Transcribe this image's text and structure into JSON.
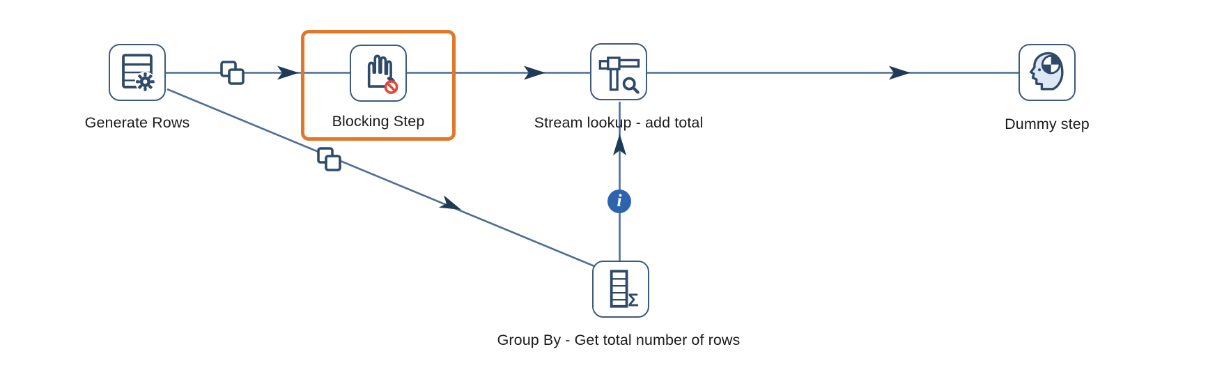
{
  "canvas": {
    "background": "#ffffff",
    "type": "transformation-flow-canvas"
  },
  "colors": {
    "line": "#4d6f96",
    "arrow": "#1e3a57",
    "node-border": "#3c5a7a",
    "icon": "#2e4a68",
    "icon-light-fill": "#dce8f4",
    "accent-orange": "#e0782a",
    "info-blue": "#2e64ad",
    "block-red": "#e2473c",
    "label-text": "#1a1a1c"
  },
  "nodes": [
    {
      "id": "generate-rows",
      "label": "Generate Rows",
      "icon": "table-gear-icon"
    },
    {
      "id": "blocking-step",
      "label": "Blocking Step",
      "icon": "blocking-hand-icon",
      "highlighted": true
    },
    {
      "id": "stream-lookup",
      "label": "Stream lookup - add total",
      "icon": "stream-lookup-icon"
    },
    {
      "id": "dummy-step",
      "label": "Dummy step",
      "icon": "dummy-head-icon"
    },
    {
      "id": "group-by",
      "label": "Group By - Get total number of rows",
      "icon": "group-by-sigma-icon"
    }
  ],
  "hops": [
    {
      "from": "generate-rows",
      "to": "blocking-step",
      "badge": "copy-rows-icon"
    },
    {
      "from": "blocking-step",
      "to": "stream-lookup"
    },
    {
      "from": "stream-lookup",
      "to": "dummy-step"
    },
    {
      "from": "generate-rows",
      "to": "group-by",
      "badge": "copy-rows-icon"
    },
    {
      "from": "group-by",
      "to": "stream-lookup",
      "badge": "info-icon"
    }
  ],
  "glyphs": {
    "sigma": "Σ",
    "info": "i"
  },
  "annotation": {
    "type": "highlight-box",
    "target": "blocking-step",
    "color": "#e0782a"
  }
}
